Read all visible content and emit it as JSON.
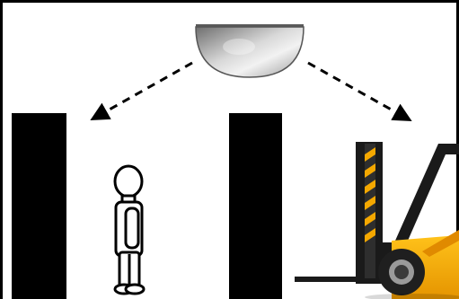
{
  "scene": {
    "title": "",
    "elements": {
      "convex_mirror": "dome-safety-mirror",
      "blind_corner_walls": 2,
      "pedestrian": "person-standing",
      "vehicle": "forklift"
    },
    "colors": {
      "frame": "#000000",
      "walls": "#000000",
      "mirror_dark": "#7a7a7a",
      "mirror_light": "#e8e8e8",
      "forklift_body": "#f5a800",
      "forklift_mast": "#1a1a1a",
      "hazard_stripe": "#f5a800",
      "tire": "#1f1f1f"
    },
    "arrows": [
      {
        "from": "convex_mirror",
        "to": "pedestrian",
        "style": "dashed"
      },
      {
        "from": "convex_mirror",
        "to": "vehicle",
        "style": "dashed"
      }
    ]
  }
}
